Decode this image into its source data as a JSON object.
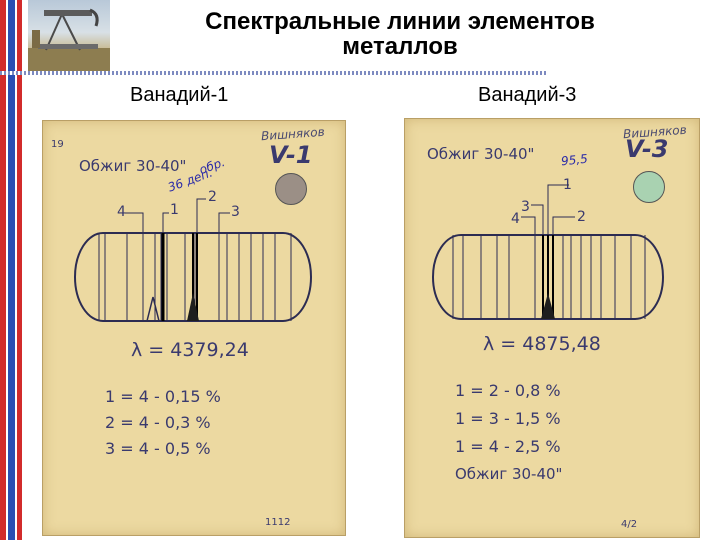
{
  "title": {
    "line1": "Спектральные линии элементов",
    "line2": "металлов"
  },
  "panels": [
    {
      "label": "Ванадий-1",
      "page_number": "19",
      "author_note": "Вишняков",
      "anneal_text": "Обжиг 30-40\"",
      "element_code": "V-1",
      "handwritten_note_1": "36 деп.",
      "handwritten_note_2": "обр.",
      "line_numbers": [
        "4",
        "1",
        "2",
        "3"
      ],
      "wavelength": "λ = 4379,24",
      "conditions": [
        "1 = 4 - 0,15 %",
        "2 = 4 - 0,3 %",
        "3 = 4 - 0,5 %"
      ],
      "footer_mark": "1112",
      "swatch_color": "#9b8f86"
    },
    {
      "label": "Ванадий-3",
      "page_number": "",
      "author_note": "Вишняков",
      "anneal_text": "Обжиг 30-40\"",
      "element_code": "V-3",
      "handwritten_note_1": "95,5",
      "line_numbers": [
        "1",
        "3",
        "4",
        "2"
      ],
      "wavelength": "λ = 4875,48",
      "conditions": [
        "1 = 2 - 0,8 %",
        "1 = 3 - 1,5 %",
        "1 = 4 - 2,5 %",
        "Обжиг 30-40\""
      ],
      "footer_mark": "4/2",
      "swatch_color": "#a9d2b1"
    }
  ],
  "colors": {
    "accent_red": "#d22b2b",
    "accent_blue": "#2b4fb3",
    "paper": "#ecd9a1",
    "ink": "#3a3a6e"
  }
}
